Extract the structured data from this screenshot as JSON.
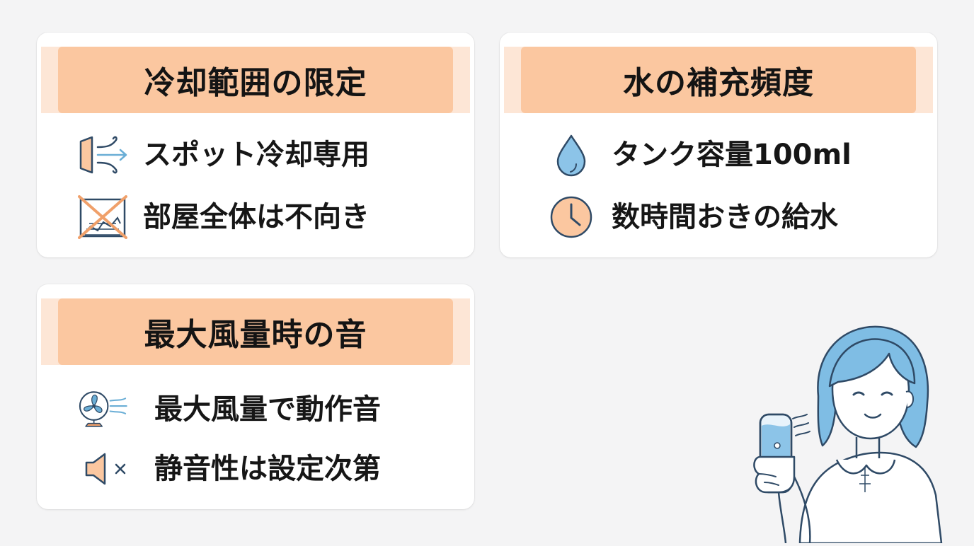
{
  "cards": {
    "cooling": {
      "title": "冷却範囲の限定",
      "items": [
        {
          "icon": "airflow-icon",
          "text": "スポット冷却専用"
        },
        {
          "icon": "room-crossed-icon",
          "text": "部屋全体は不向き"
        }
      ]
    },
    "water": {
      "title": "水の補充頻度",
      "items": [
        {
          "icon": "water-drop-icon",
          "text": "タンク容量100ml"
        },
        {
          "icon": "clock-icon",
          "text": "数時間おきの給水"
        }
      ]
    },
    "noise": {
      "title": "最大風量時の音",
      "items": [
        {
          "icon": "fan-icon",
          "text": "最大風量で動作音"
        },
        {
          "icon": "speaker-muted-icon",
          "text": "静音性は設定次第"
        }
      ]
    }
  },
  "colors": {
    "background": "#f4f4f5",
    "title_fill": "#fbc7a0",
    "title_band": "#fde6d6",
    "icon_blue": "#6aaed6",
    "icon_orange": "#f0a06a",
    "outline": "#2f4a66"
  }
}
